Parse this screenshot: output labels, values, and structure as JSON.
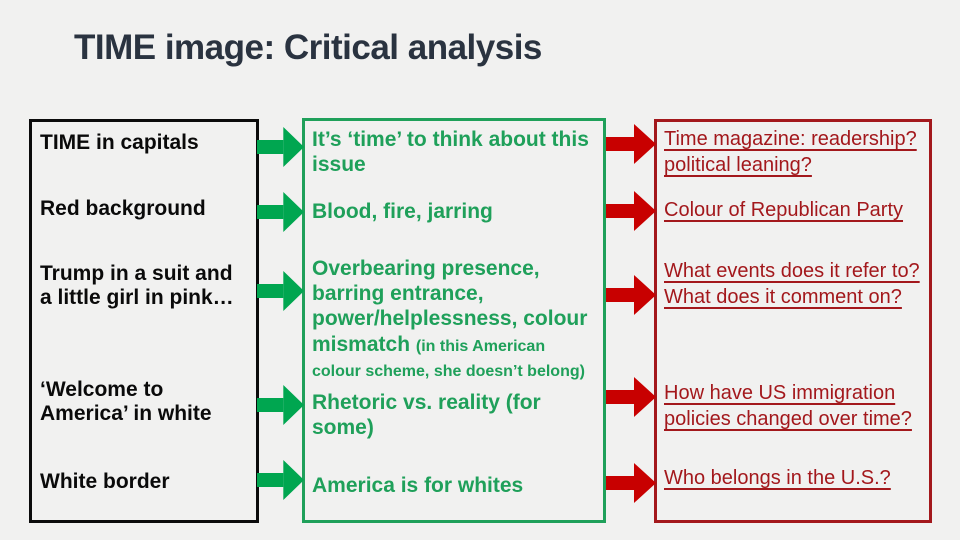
{
  "slide": {
    "title": "TIME image: Critical analysis"
  },
  "colors": {
    "background": "#f1f1f0",
    "title_text": "#2a3340",
    "observations_border": "#0b0b0b",
    "observations_text": "#0a0a0a",
    "connotations_border": "#1fa05a",
    "connotations_text": "#1fa05a",
    "green_arrow": "#00a650",
    "questions_border": "#a3181c",
    "questions_text": "#a3181c",
    "red_arrow": "#c80000"
  },
  "observations_column": {
    "rows": [
      {
        "text": "TIME in capitals"
      },
      {
        "text": "Red background"
      },
      {
        "text": "Trump in a suit and a little girl in pink…"
      },
      {
        "text": "‘Welcome to America’ in white"
      },
      {
        "text": "White border"
      }
    ]
  },
  "connotations_column": {
    "rows": [
      {
        "text": "It’s ‘time’ to think about this issue"
      },
      {
        "text": "Blood, fire, jarring"
      },
      {
        "text": "Overbearing presence, barring entrance, power/helplessness, colour mismatch",
        "note": "(in this American colour scheme, she doesn’t belong)"
      },
      {
        "text": "Rhetoric vs. reality (for some)"
      },
      {
        "text": "America is for whites"
      }
    ]
  },
  "questions_column": {
    "rows": [
      {
        "text": "Time magazine: readership? political leaning?"
      },
      {
        "text": "Colour of Republican Party"
      },
      {
        "text": "What events does it refer to? What does it comment on?"
      },
      {
        "text": "How have US immigration policies changed over time?"
      },
      {
        "text": "Who belongs in the U.S.?"
      }
    ]
  }
}
